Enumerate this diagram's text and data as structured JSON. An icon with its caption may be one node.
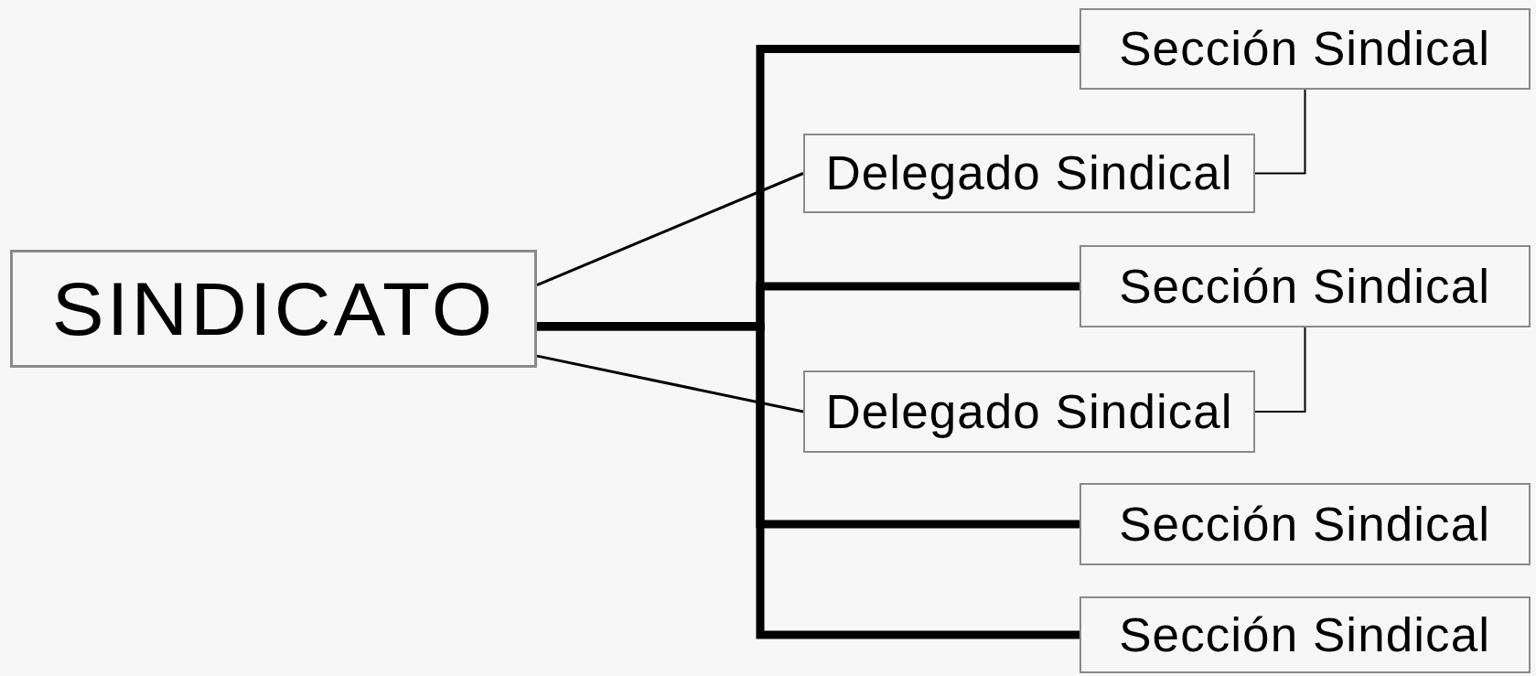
{
  "diagram": {
    "nodes": [
      {
        "text": [
          "SINDICATO"
        ]
      },
      {
        "text": [
          "Sección Sindical"
        ]
      },
      {
        "text": [
          "Delegado Sindical"
        ]
      },
      {
        "text": [
          "Sección Sindical"
        ]
      },
      {
        "text": [
          "Delegado Sindical"
        ]
      },
      {
        "text": [
          "Sección Sindical"
        ]
      },
      {
        "text": [
          "Sección Sindical"
        ]
      }
    ],
    "edges": [
      {
        "from": 0,
        "to": 1,
        "arrow": "none",
        "style": "thick"
      },
      {
        "from": 0,
        "to": 3,
        "arrow": "none",
        "style": "thick"
      },
      {
        "from": 0,
        "to": 5,
        "arrow": "none",
        "style": "thick"
      },
      {
        "from": 0,
        "to": 6,
        "arrow": "none",
        "style": "thick"
      },
      {
        "from": 0,
        "to": 2,
        "arrow": "none"
      },
      {
        "from": 0,
        "to": 4,
        "arrow": "none"
      },
      {
        "from": 1,
        "to": 2,
        "arrow": "none"
      },
      {
        "from": 3,
        "to": 4,
        "arrow": "none"
      }
    ]
  }
}
